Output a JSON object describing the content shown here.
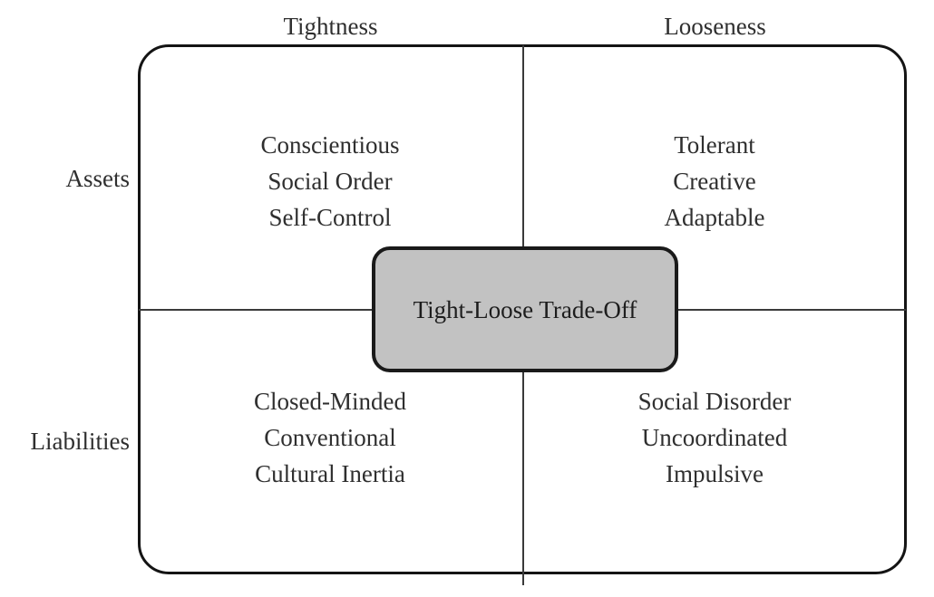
{
  "diagram": {
    "type": "2x2-matrix",
    "column_headers": [
      {
        "id": "tightness",
        "label": "Tightness"
      },
      {
        "id": "looseness",
        "label": "Looseness"
      }
    ],
    "row_labels": [
      {
        "id": "assets",
        "label": "Assets"
      },
      {
        "id": "liabilities",
        "label": "Liabilities"
      }
    ],
    "center_node": {
      "label": "Tight-Loose Trade-Off",
      "fill_color": "#c2c2c2",
      "border_color": "#1a1a1a"
    },
    "quadrants": {
      "tight_assets": {
        "column": "Tightness",
        "row": "Assets",
        "items": [
          "Conscientious",
          "Social Order",
          "Self-Control"
        ]
      },
      "loose_assets": {
        "column": "Looseness",
        "row": "Assets",
        "items": [
          "Tolerant",
          "Creative",
          "Adaptable"
        ]
      },
      "tight_liabilities": {
        "column": "Tightness",
        "row": "Liabilities",
        "items": [
          "Closed-Minded",
          "Conventional",
          "Cultural Inertia"
        ]
      },
      "loose_liabilities": {
        "column": "Looseness",
        "row": "Liabilities",
        "items": [
          "Social Disorder",
          "Uncoordinated",
          "Impulsive"
        ]
      }
    },
    "colors": {
      "text": "#2f2f2f",
      "outline": "#141414",
      "divider": "#3a3a3a",
      "background": "#ffffff"
    }
  }
}
